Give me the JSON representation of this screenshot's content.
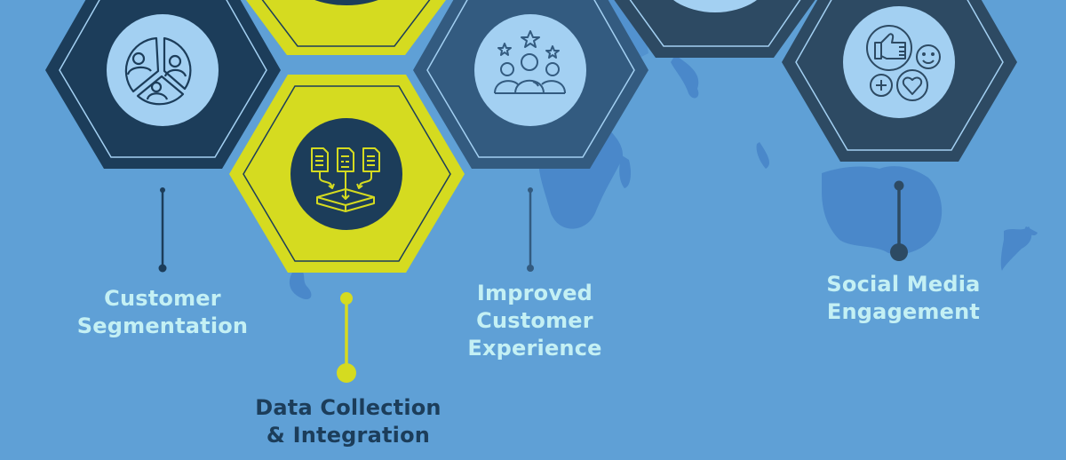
{
  "colors": {
    "background": "#5FA0D6",
    "land": "#4A88CA",
    "navy": "#1C3D5A",
    "slate": "#335B80",
    "dark_slate": "#2D4A63",
    "yellow": "#D5DB20",
    "pale_circle": "#A3D0F2",
    "label_light": "#C4F0F4"
  },
  "items": [
    {
      "id": "customer-segmentation",
      "icon": "segmented-people-pie-icon",
      "lines": [
        "Customer",
        "Segmentation"
      ]
    },
    {
      "id": "data-collection",
      "icon": "documents-into-database-icon",
      "lines": [
        "Data Collection",
        "& Integration"
      ]
    },
    {
      "id": "improved-customer-experience",
      "icon": "people-with-stars-icon",
      "lines": [
        "Improved",
        "Customer",
        "Experience"
      ]
    },
    {
      "id": "social-media-engagement",
      "icon": "like-smile-heart-icon",
      "lines": [
        "Social Media",
        "Engagement"
      ]
    }
  ]
}
